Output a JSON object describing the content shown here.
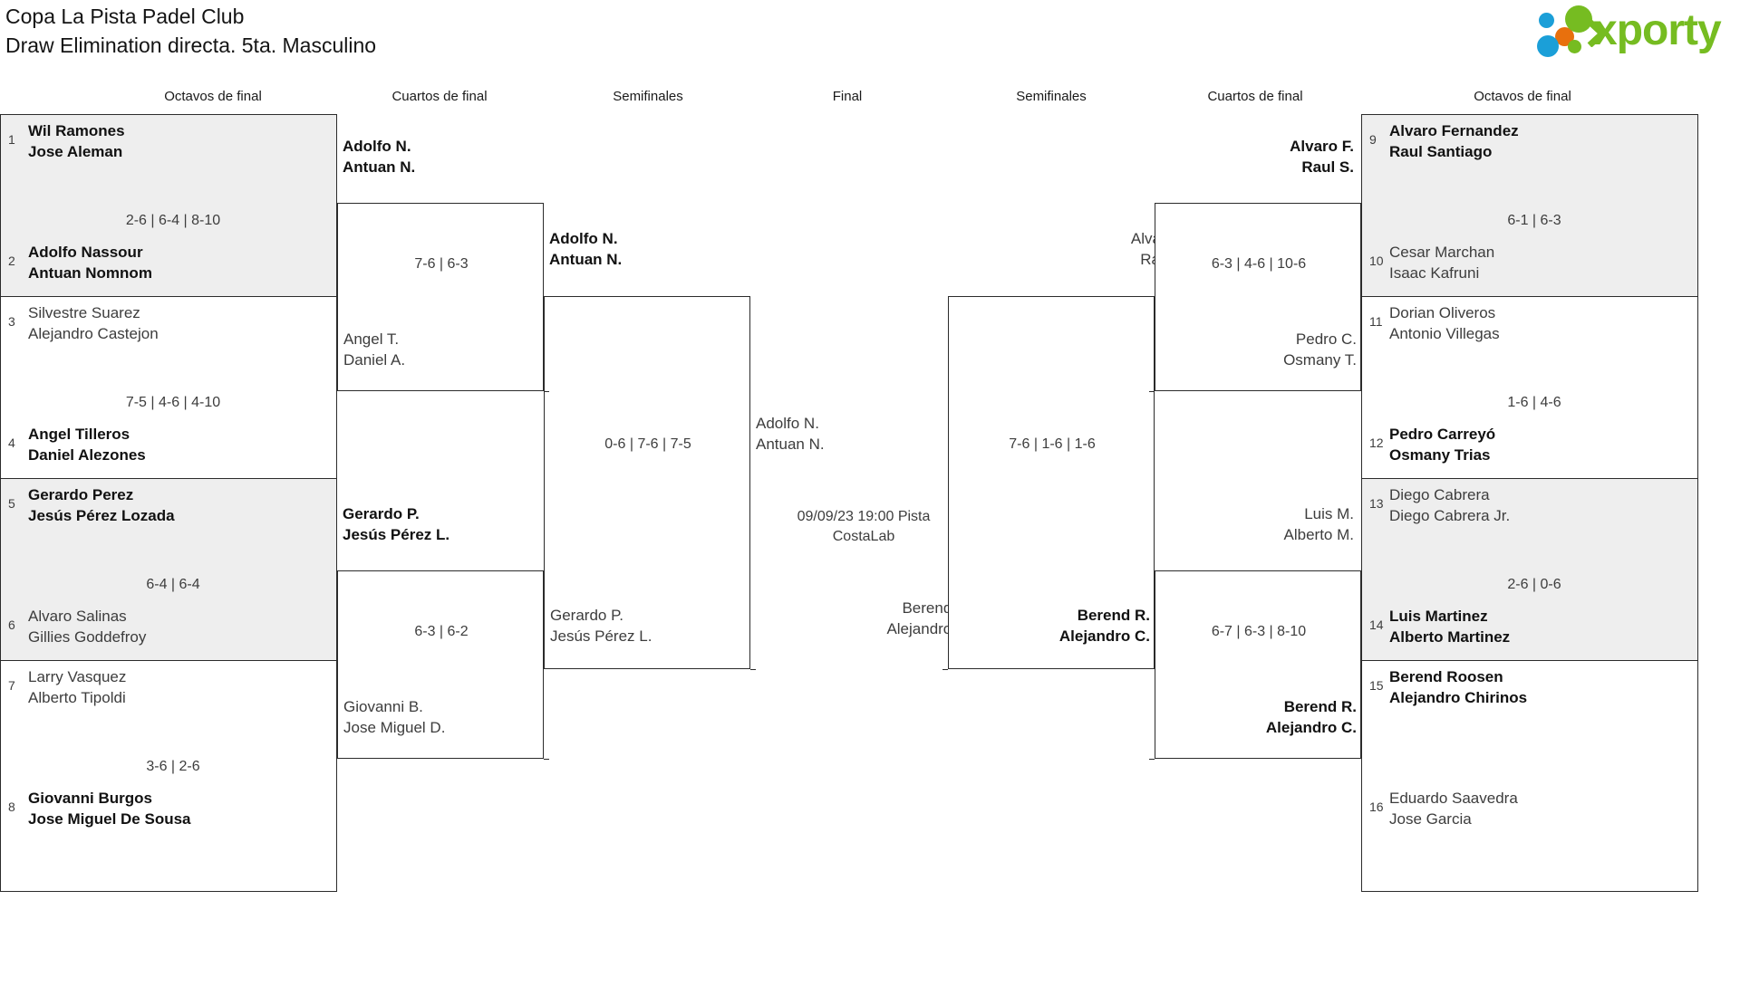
{
  "header": {
    "title_line1": "Copa La Pista Padel Club",
    "title_line2": "Draw Elimination directa. 5ta. Masculino",
    "logo_word": "xporty",
    "logo_colors": {
      "green": "#76bc21",
      "blue": "#1b9fd8",
      "orange": "#e8700d"
    }
  },
  "round_headers": [
    {
      "label": "Octavos de final"
    },
    {
      "label": "Cuartos de final"
    },
    {
      "label": "Semifinales"
    },
    {
      "label": "Final"
    },
    {
      "label": "Semifinales"
    },
    {
      "label": "Cuartos de final"
    },
    {
      "label": "Octavos de final"
    }
  ],
  "left": {
    "octavos": [
      {
        "top": {
          "seed": "1",
          "p1": "Wil Ramones",
          "p2": "Jose Aleman",
          "winner": false
        },
        "bottom": {
          "seed": "2",
          "p1": "Adolfo Nassour",
          "p2": "Antuan Nomnom",
          "winner": true
        },
        "score": "2-6 | 6-4 | 8-10"
      },
      {
        "top": {
          "seed": "3",
          "p1": "Silvestre Suarez",
          "p2": "Alejandro Castejon",
          "winner": false
        },
        "bottom": {
          "seed": "4",
          "p1": "Angel Tilleros",
          "p2": "Daniel Alezones",
          "winner": true
        },
        "score": "7-5 | 4-6 | 4-10"
      },
      {
        "top": {
          "seed": "5",
          "p1": "Gerardo Perez",
          "p2": "Jesús Pérez Lozada",
          "winner": true
        },
        "bottom": {
          "seed": "6",
          "p1": "Alvaro Salinas",
          "p2": "Gillies Goddefroy",
          "winner": false
        },
        "score": "6-4 | 6-4"
      },
      {
        "top": {
          "seed": "7",
          "p1": "Larry Vasquez",
          "p2": "Alberto Tipoldi",
          "winner": false
        },
        "bottom": {
          "seed": "8",
          "p1": "Giovanni Burgos",
          "p2": "Jose Miguel De Sousa",
          "winner": true
        },
        "score": "3-6 | 2-6"
      }
    ],
    "cuartos": [
      {
        "top": {
          "p1": "Adolfo N.",
          "p2": "Antuan N.",
          "winner": true
        },
        "bottom": {
          "p1": "Angel T.",
          "p2": "Daniel A.",
          "winner": false
        },
        "score": "7-6 | 6-3"
      },
      {
        "top": {
          "p1": "Gerardo P.",
          "p2": "Jesús Pérez L.",
          "winner": true
        },
        "bottom": {
          "p1": "Giovanni B.",
          "p2": "Jose Miguel D.",
          "winner": false
        },
        "score": "6-3 | 6-2"
      }
    ],
    "semifinal": {
      "top": {
        "p1": "Adolfo N.",
        "p2": "Antuan N.",
        "winner": true
      },
      "bottom": {
        "p1": "Gerardo P.",
        "p2": "Jesús Pérez L.",
        "winner": false
      },
      "score": "0-6 | 7-6 | 7-5"
    }
  },
  "final": {
    "top": {
      "p1": "Adolfo N.",
      "p2": "Antuan N.",
      "winner": false
    },
    "bottom": {
      "p1": "Berend R.",
      "p2": "Alejandro C.",
      "winner": false
    },
    "schedule_line1": "09/09/23 19:00 Pista",
    "schedule_line2": "CostaLab"
  },
  "right": {
    "semifinal": {
      "top": {
        "p1": "Alvaro F.",
        "p2": "Raul S.",
        "winner": false
      },
      "bottom": {
        "p1": "Berend R.",
        "p2": "Alejandro C.",
        "winner": true
      },
      "score": "7-6 | 1-6 | 1-6"
    },
    "cuartos": [
      {
        "top": {
          "p1": "Alvaro F.",
          "p2": "Raul S.",
          "winner": true
        },
        "bottom": {
          "p1": "Pedro C.",
          "p2": "Osmany T.",
          "winner": false
        },
        "score": "6-3 | 4-6 | 10-6"
      },
      {
        "top": {
          "p1": "Luis M.",
          "p2": "Alberto M.",
          "winner": false
        },
        "bottom": {
          "p1": "Berend R.",
          "p2": "Alejandro C.",
          "winner": true
        },
        "score": "6-7 | 6-3 | 8-10"
      }
    ],
    "octavos": [
      {
        "top": {
          "seed": "9",
          "p1": "Alvaro Fernandez",
          "p2": "Raul Santiago",
          "winner": true
        },
        "bottom": {
          "seed": "10",
          "p1": "Cesar Marchan",
          "p2": "Isaac Kafruni",
          "winner": false
        },
        "score": "6-1 | 6-3"
      },
      {
        "top": {
          "seed": "11",
          "p1": "Dorian Oliveros",
          "p2": "Antonio Villegas",
          "winner": false
        },
        "bottom": {
          "seed": "12",
          "p1": "Pedro Carreyó",
          "p2": "Osmany Trias",
          "winner": true
        },
        "score": "1-6 | 4-6"
      },
      {
        "top": {
          "seed": "13",
          "p1": "Diego Cabrera",
          "p2": "Diego Cabrera Jr.",
          "winner": false
        },
        "bottom": {
          "seed": "14",
          "p1": "Luis Martinez",
          "p2": "Alberto Martinez",
          "winner": true
        },
        "score": "2-6 | 0-6"
      },
      {
        "top": {
          "seed": "15",
          "p1": "Berend Roosen",
          "p2": "Alejandro Chirinos",
          "winner": true
        },
        "bottom": {
          "seed": "16",
          "p1": "Eduardo Saavedra",
          "p2": "Jose Garcia",
          "winner": false
        },
        "score": ""
      }
    ]
  }
}
